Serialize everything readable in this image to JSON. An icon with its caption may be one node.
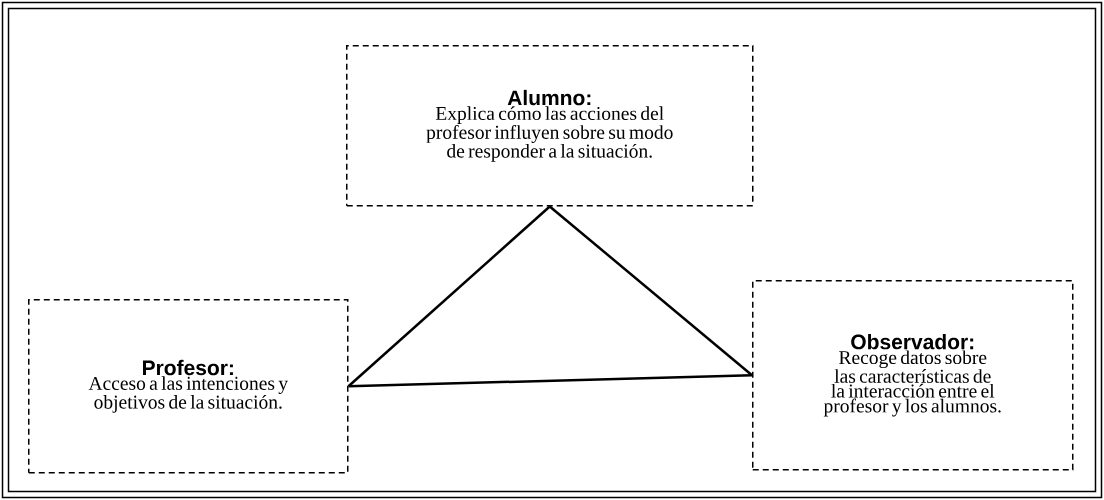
{
  "diagram": {
    "nodes": [
      {
        "text": [
          "Alumno:",
          "Explica cómo las acciones del profesor influyen sobre su modo de responder a la situación."
        ]
      },
      {
        "text": [
          "Profesor:",
          "Acceso a las intenciones y objetivos de la situación."
        ]
      },
      {
        "text": [
          "Observador:",
          "Recoge datos sobre las características de la interacción entre el profesor y los alumnos."
        ]
      }
    ],
    "edges": [
      {
        "from": 0,
        "to": 1,
        "arrow": "none"
      },
      {
        "from": 0,
        "to": 2,
        "arrow": "none"
      },
      {
        "from": 1,
        "to": 2,
        "arrow": "none"
      }
    ]
  }
}
